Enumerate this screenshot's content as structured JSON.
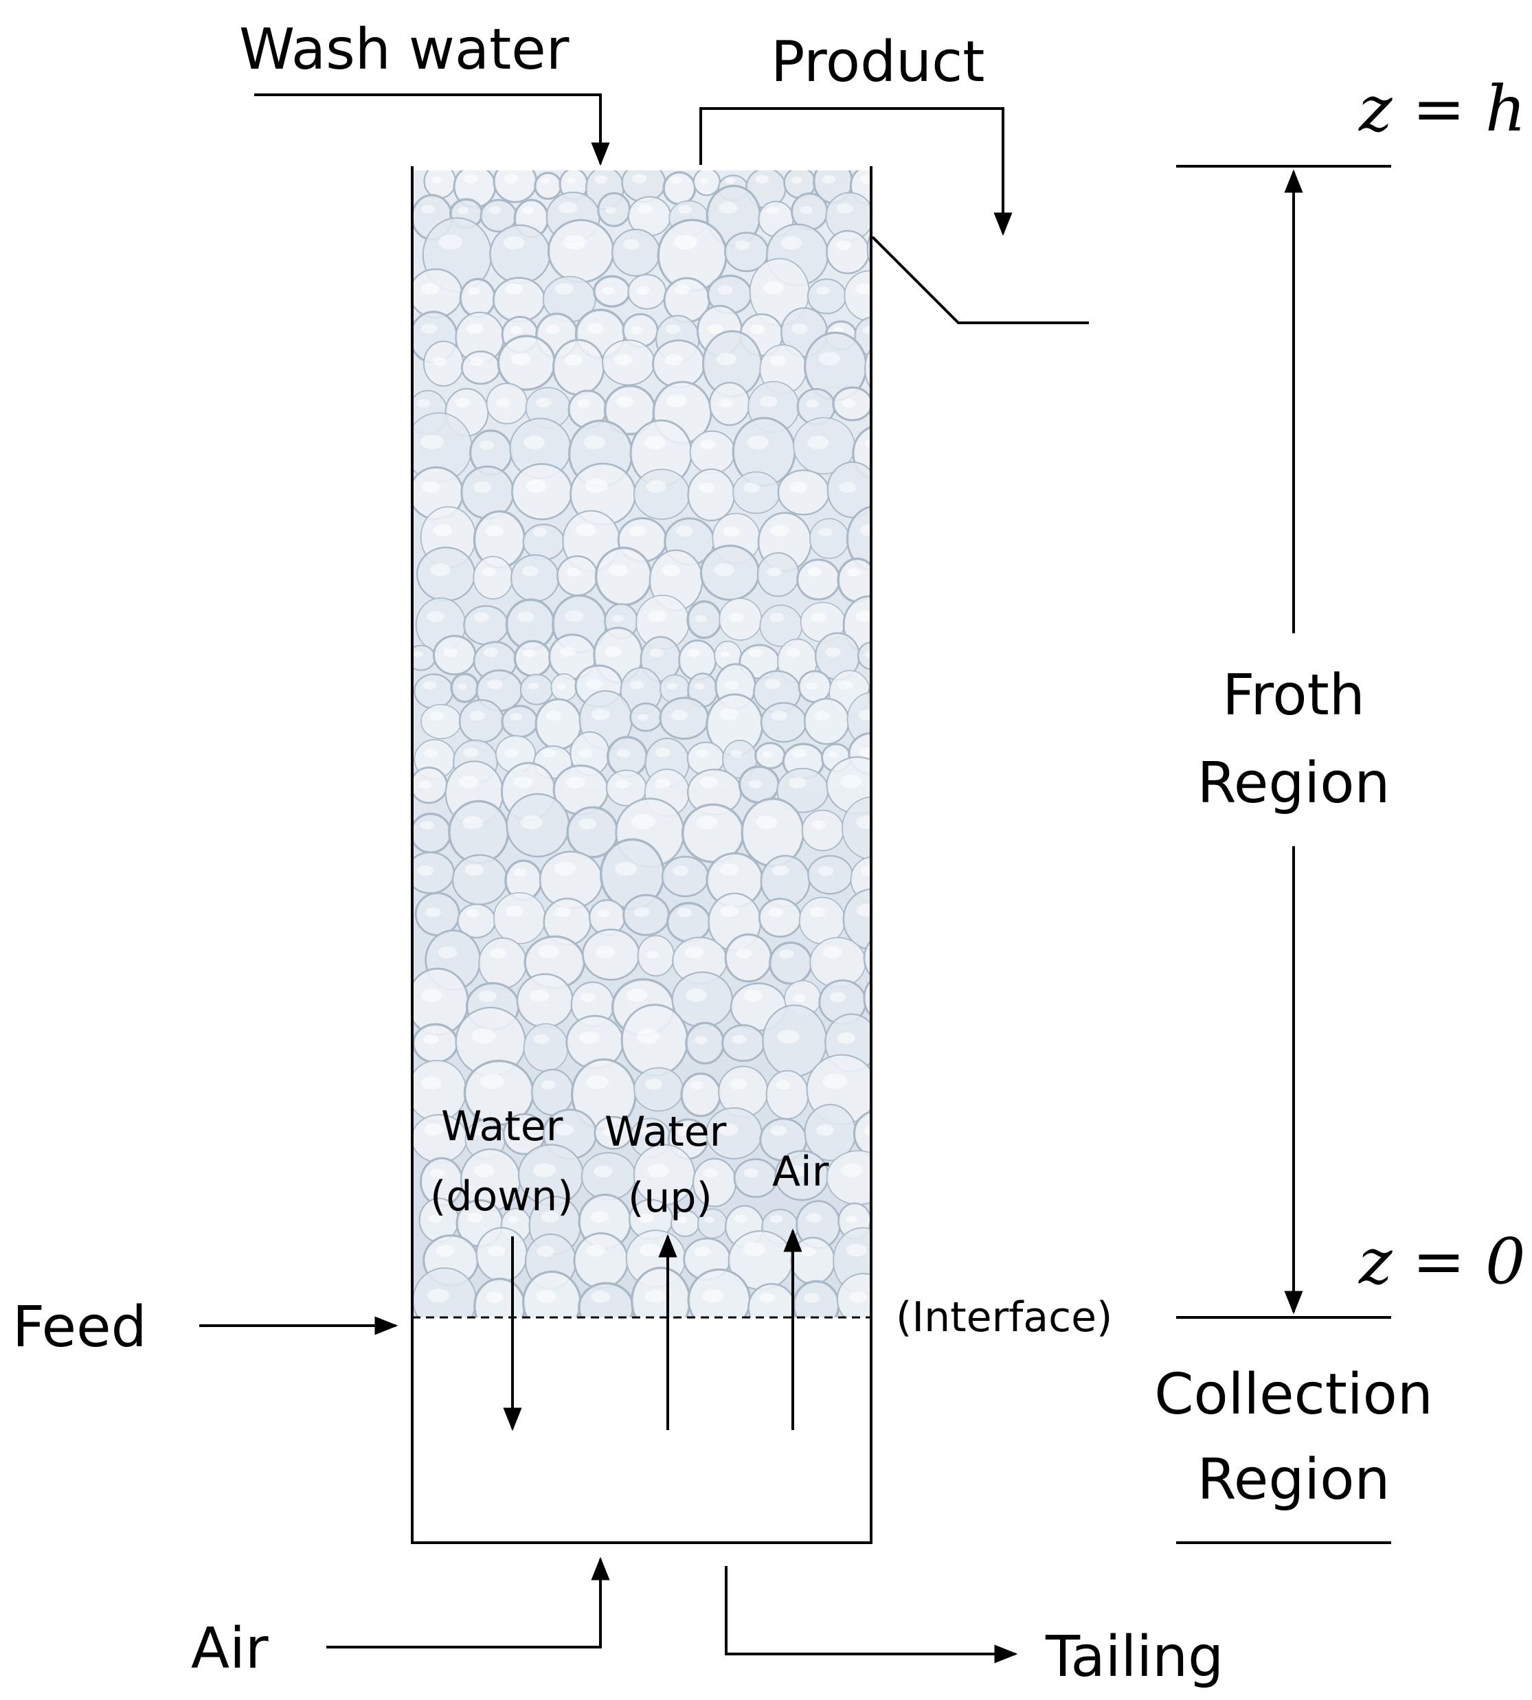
{
  "diagram": {
    "streams": {
      "wash_water": "Wash water",
      "product": "Product",
      "feed": "Feed",
      "air_in": "Air",
      "tailing": "Tailing"
    },
    "column": {
      "water_down": [
        "Water",
        "(down)"
      ],
      "water_up": [
        "Water",
        "(up)"
      ],
      "air_up": "Air",
      "interface": "(Interface)"
    },
    "regions": {
      "froth": [
        "Froth",
        "Region"
      ],
      "collection": [
        "Collection",
        "Region"
      ]
    },
    "heights": {
      "top": "z = h",
      "bottom": "z = 0"
    },
    "colors": {
      "froth_base": "#dfe6ee",
      "bubble_edge": "#a9b8c7",
      "ink": "#000000"
    }
  }
}
